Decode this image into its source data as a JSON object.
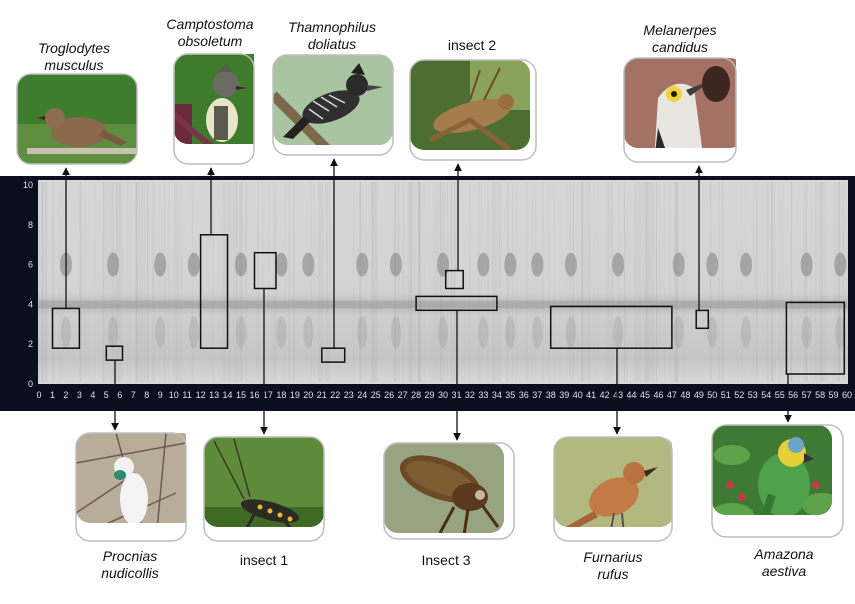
{
  "spectrogram": {
    "x_axis": {
      "min": 0,
      "max": 60,
      "step": 1
    },
    "y_axis": {
      "min": 0,
      "max": 10,
      "ticks": [
        0,
        2,
        4,
        6,
        8,
        10
      ]
    },
    "colors": {
      "frame": "#0b0e1e",
      "ticks": "#dfe3ea",
      "background": "#d9d9d9",
      "box": "#111111",
      "arrow": "#111111"
    }
  },
  "annotations": [
    {
      "id": "troglodytes",
      "label_lines": [
        "Troglodytes",
        "musculus"
      ],
      "italic": true,
      "position": "top",
      "image": "wren-photo",
      "box_time": [
        1,
        3
      ],
      "box_freq": [
        1.8,
        3.8
      ]
    },
    {
      "id": "camptostoma",
      "label_lines": [
        "Camptostoma",
        "obsoletum"
      ],
      "italic": true,
      "position": "top",
      "image": "tyrannulet-photo",
      "box_time": [
        12,
        14
      ],
      "box_freq": [
        1.8,
        7.5
      ]
    },
    {
      "id": "thamnophilus",
      "label_lines": [
        "Thamnophilus",
        "doliatus"
      ],
      "italic": true,
      "position": "top",
      "image": "antshrike-photo",
      "box_time": [
        21,
        22.7
      ],
      "box_freq": [
        1.1,
        1.8
      ]
    },
    {
      "id": "insect2",
      "label_lines": [
        "insect 2"
      ],
      "italic": false,
      "position": "top",
      "image": "grasshopper-photo",
      "box_time": [
        30.2,
        31.5
      ],
      "box_freq": [
        4.8,
        5.7
      ]
    },
    {
      "id": "melanerpes",
      "label_lines": [
        "Melanerpes",
        "candidus"
      ],
      "italic": true,
      "position": "top",
      "image": "woodpecker-photo",
      "box_time": [
        48.8,
        49.7
      ],
      "box_freq": [
        2.8,
        3.7
      ]
    },
    {
      "id": "procnias",
      "label_lines": [
        "Procnias",
        "nudicollis"
      ],
      "italic": true,
      "position": "bottom",
      "image": "bellbird-photo",
      "box_time": [
        5,
        6.2
      ],
      "box_freq": [
        1.2,
        1.9
      ]
    },
    {
      "id": "insect1",
      "label_lines": [
        "insect 1"
      ],
      "italic": false,
      "position": "bottom",
      "image": "cricket-photo",
      "box_time": [
        16,
        17.6
      ],
      "box_freq": [
        4.8,
        6.6
      ]
    },
    {
      "id": "insect3",
      "label_lines": [
        "Insect 3"
      ],
      "italic": false,
      "position": "bottom",
      "image": "cicada-photo",
      "box_time": [
        28,
        34
      ],
      "box_freq": [
        3.7,
        4.4
      ]
    },
    {
      "id": "furnarius",
      "label_lines": [
        "Furnarius",
        "rufus"
      ],
      "italic": true,
      "position": "bottom",
      "image": "hornero-photo",
      "box_time": [
        38,
        47
      ],
      "box_freq": [
        1.8,
        3.9
      ]
    },
    {
      "id": "amazona",
      "label_lines": [
        "Amazona",
        "aestiva"
      ],
      "italic": true,
      "position": "bottom",
      "image": "parrot-photo",
      "box_time": [
        55.5,
        59.8
      ],
      "box_freq": [
        0.5,
        4.1
      ]
    }
  ]
}
